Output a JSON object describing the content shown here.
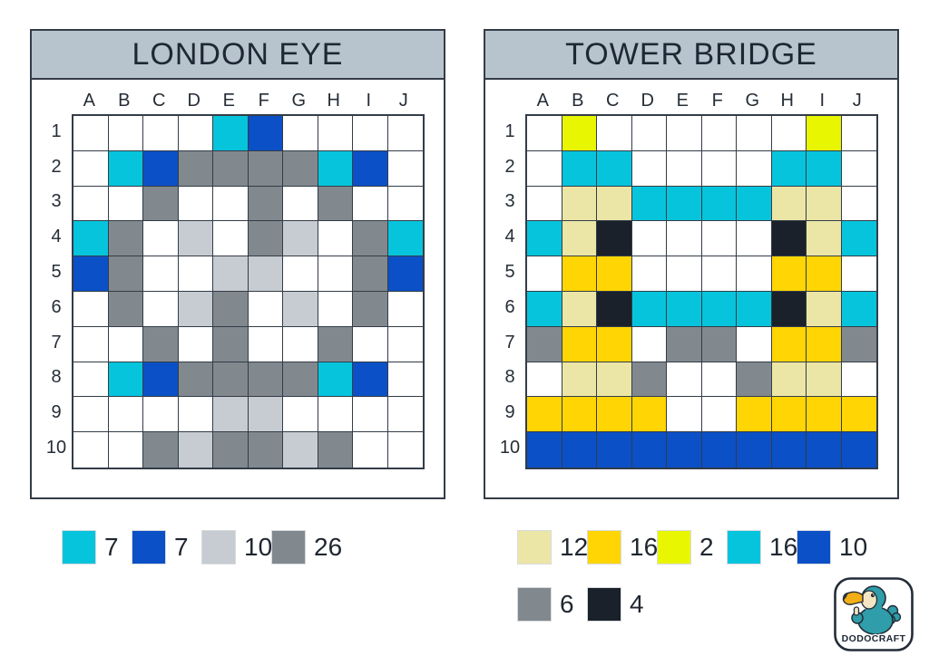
{
  "colors": {
    "cy": "#07c4dd",
    "bl": "#0b50c6",
    "lg": "#c6ccd1",
    "gr": "#81898f",
    "cr": "#ece6a6",
    "go": "#ffd503",
    "ye": "#e9f602",
    "bk": "#1a212a",
    "white": "#ffffff",
    "grid_line": "#333c47",
    "header_bg": "#b7c3cd",
    "title_text": "#1e2835"
  },
  "panels": [
    {
      "title": "LONDON EYE",
      "columns": [
        "A",
        "B",
        "C",
        "D",
        "E",
        "F",
        "G",
        "H",
        "I",
        "J"
      ],
      "rows": [
        "1",
        "2",
        "3",
        "4",
        "5",
        "6",
        "7",
        "8",
        "9",
        "10"
      ],
      "cells": [
        [
          "",
          "",
          "",
          "",
          "cy",
          "bl",
          "",
          "",
          "",
          ""
        ],
        [
          "",
          "cy",
          "bl",
          "gr",
          "gr",
          "gr",
          "gr",
          "cy",
          "bl",
          ""
        ],
        [
          "",
          "",
          "gr",
          "",
          "",
          "gr",
          "",
          "gr",
          "",
          ""
        ],
        [
          "cy",
          "gr",
          "",
          "lg",
          "",
          "gr",
          "lg",
          "",
          "gr",
          "cy"
        ],
        [
          "bl",
          "gr",
          "",
          "",
          "lg",
          "lg",
          "",
          "",
          "gr",
          "bl"
        ],
        [
          "",
          "gr",
          "",
          "lg",
          "gr",
          "",
          "lg",
          "",
          "gr",
          ""
        ],
        [
          "",
          "",
          "gr",
          "",
          "gr",
          "",
          "",
          "gr",
          "",
          ""
        ],
        [
          "",
          "cy",
          "bl",
          "gr",
          "gr",
          "gr",
          "gr",
          "cy",
          "bl",
          ""
        ],
        [
          "",
          "",
          "",
          "",
          "lg",
          "lg",
          "",
          "",
          "",
          ""
        ],
        [
          "",
          "",
          "gr",
          "lg",
          "gr",
          "gr",
          "lg",
          "gr",
          "",
          ""
        ]
      ],
      "legend_rows": [
        [
          {
            "color": "cy",
            "count": "7"
          },
          {
            "color": "bl",
            "count": "7"
          },
          {
            "color": "lg",
            "count": "10"
          },
          {
            "color": "gr",
            "count": "26"
          }
        ]
      ]
    },
    {
      "title": "TOWER BRIDGE",
      "columns": [
        "A",
        "B",
        "C",
        "D",
        "E",
        "F",
        "G",
        "H",
        "I",
        "J"
      ],
      "rows": [
        "1",
        "2",
        "3",
        "4",
        "5",
        "6",
        "7",
        "8",
        "9",
        "10"
      ],
      "cells": [
        [
          "",
          "ye",
          "",
          "",
          "",
          "",
          "",
          "",
          "ye",
          ""
        ],
        [
          "",
          "cy",
          "cy",
          "",
          "",
          "",
          "",
          "cy",
          "cy",
          ""
        ],
        [
          "",
          "cr",
          "cr",
          "cy",
          "cy",
          "cy",
          "cy",
          "cr",
          "cr",
          ""
        ],
        [
          "cy",
          "cr",
          "bk",
          "",
          "",
          "",
          "",
          "bk",
          "cr",
          "cy"
        ],
        [
          "",
          "go",
          "go",
          "",
          "",
          "",
          "",
          "go",
          "go",
          ""
        ],
        [
          "cy",
          "cr",
          "bk",
          "cy",
          "cy",
          "cy",
          "cy",
          "bk",
          "cr",
          "cy"
        ],
        [
          "gr",
          "go",
          "go",
          "",
          "gr",
          "gr",
          "",
          "go",
          "go",
          "gr"
        ],
        [
          "",
          "cr",
          "cr",
          "gr",
          "",
          "",
          "gr",
          "cr",
          "cr",
          ""
        ],
        [
          "go",
          "go",
          "go",
          "go",
          "",
          "",
          "go",
          "go",
          "go",
          "go"
        ],
        [
          "bl",
          "bl",
          "bl",
          "bl",
          "bl",
          "bl",
          "bl",
          "bl",
          "bl",
          "bl"
        ]
      ],
      "legend_rows": [
        [
          {
            "color": "cr",
            "count": "12"
          },
          {
            "color": "go",
            "count": "16"
          },
          {
            "color": "ye",
            "count": "2"
          },
          {
            "color": "cy",
            "count": "16"
          },
          {
            "color": "bl",
            "count": "10"
          }
        ],
        [
          {
            "color": "gr",
            "count": "6"
          },
          {
            "color": "bk",
            "count": "4"
          }
        ]
      ]
    }
  ],
  "logo": {
    "text": "DODOCRAFT"
  }
}
